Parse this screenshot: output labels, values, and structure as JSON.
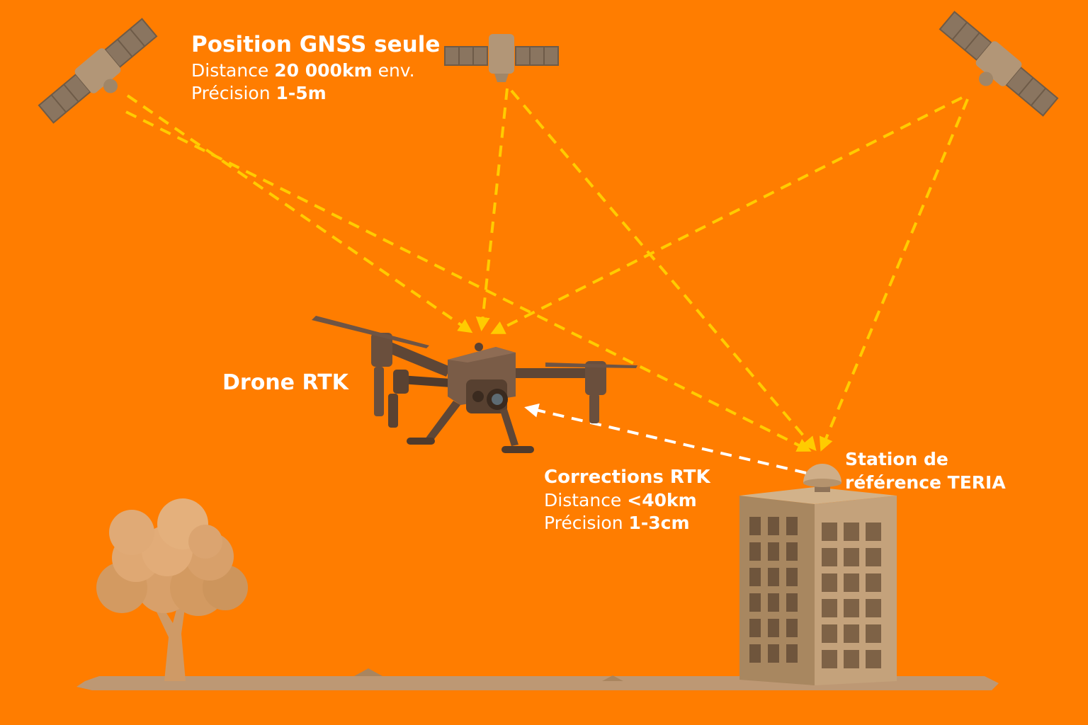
{
  "gnss_info": {
    "title": "Position GNSS seule",
    "distance_label": "Distance ",
    "distance_value": "20 000km",
    "distance_suffix": " env.",
    "precision_label": "Précision ",
    "precision_value": "1-5m"
  },
  "drone": {
    "label": "Drone RTK"
  },
  "rtk_info": {
    "title": "Corrections RTK",
    "distance_label": "Distance ",
    "distance_value": "<40km",
    "precision_label": "Précision ",
    "precision_value": "1-3cm"
  },
  "station": {
    "line1": "Station de",
    "line2": "référence TERIA"
  },
  "colors": {
    "background": "#ff7d00",
    "signal": "#ffcc00",
    "correction": "#ffffff",
    "object": "#b8966e",
    "object_dark": "#8a6e52",
    "tree": "#d49a5a"
  }
}
